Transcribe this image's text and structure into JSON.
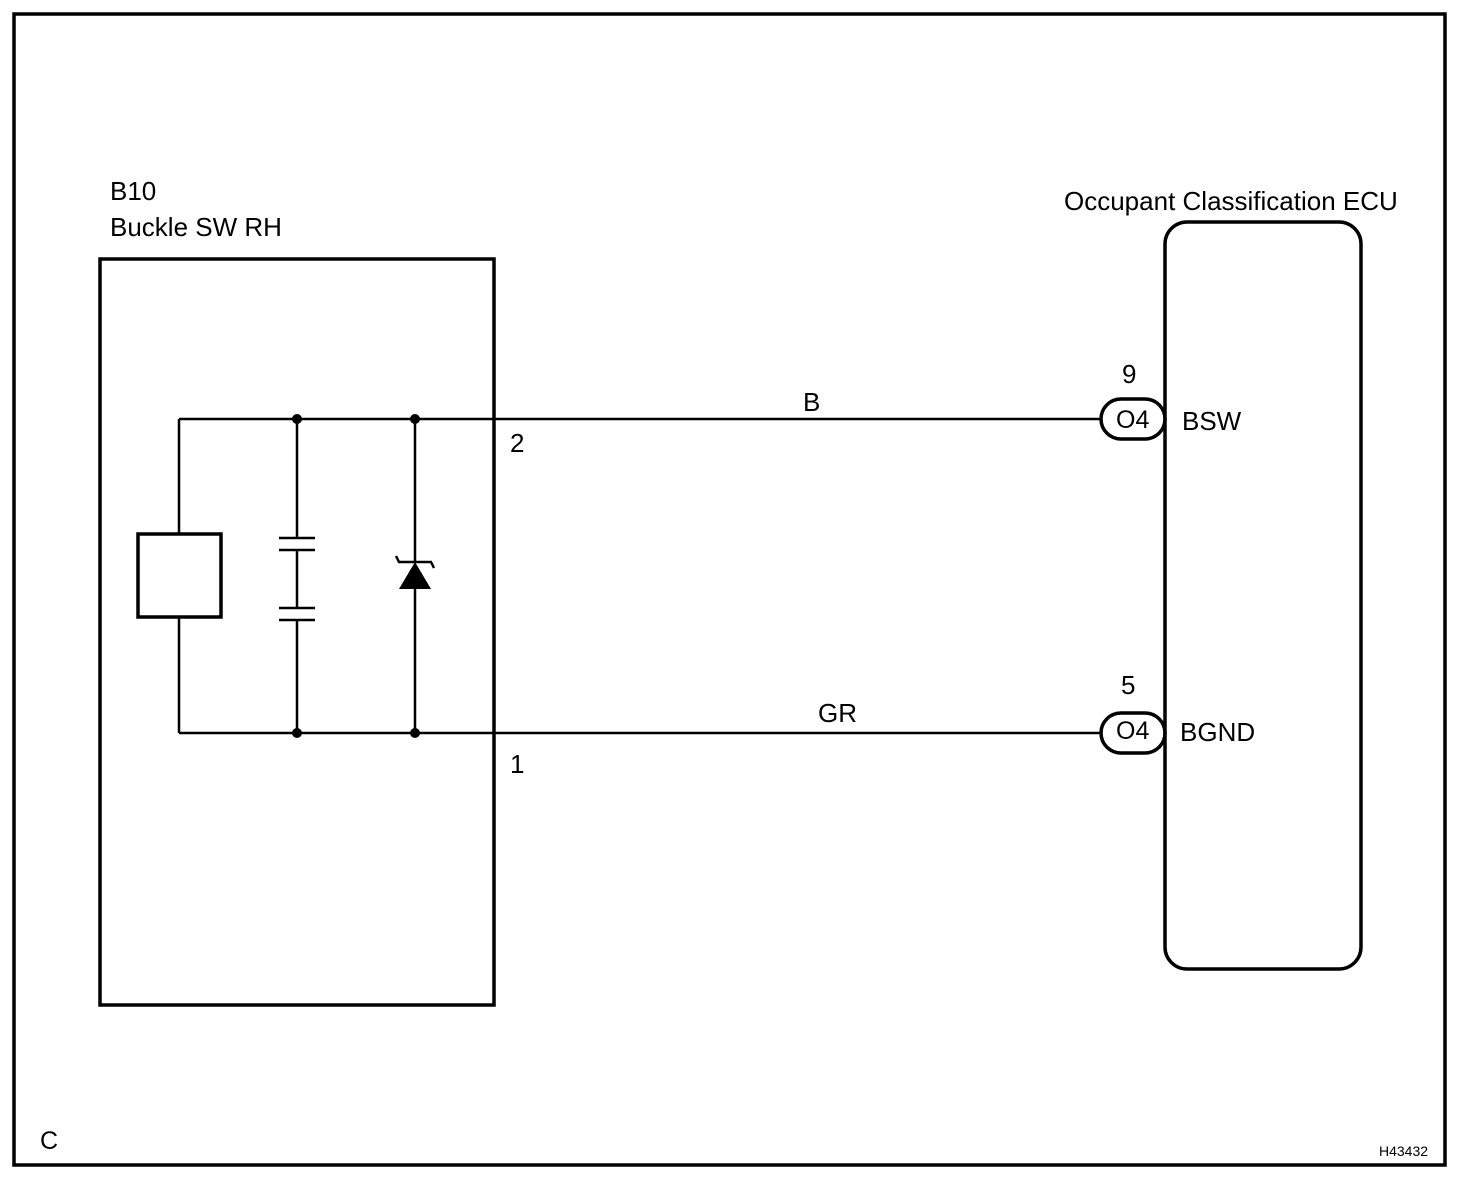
{
  "figure_letter": "C",
  "figure_code": "H43432",
  "left_component": {
    "code": "B10",
    "name": "Buckle SW RH",
    "pins": [
      {
        "number": "2",
        "wire": "top"
      },
      {
        "number": "1",
        "wire": "bottom"
      }
    ]
  },
  "right_component": {
    "name": "Occupant Classification ECU",
    "terminals": [
      {
        "pin": "9",
        "connector": "O4",
        "signal": "BSW"
      },
      {
        "pin": "5",
        "connector": "O4",
        "signal": "BGND"
      }
    ]
  },
  "wires": [
    {
      "color_code": "B",
      "from_pin": "2",
      "to_pin": "9"
    },
    {
      "color_code": "GR",
      "from_pin": "1",
      "to_pin": "5"
    }
  ]
}
